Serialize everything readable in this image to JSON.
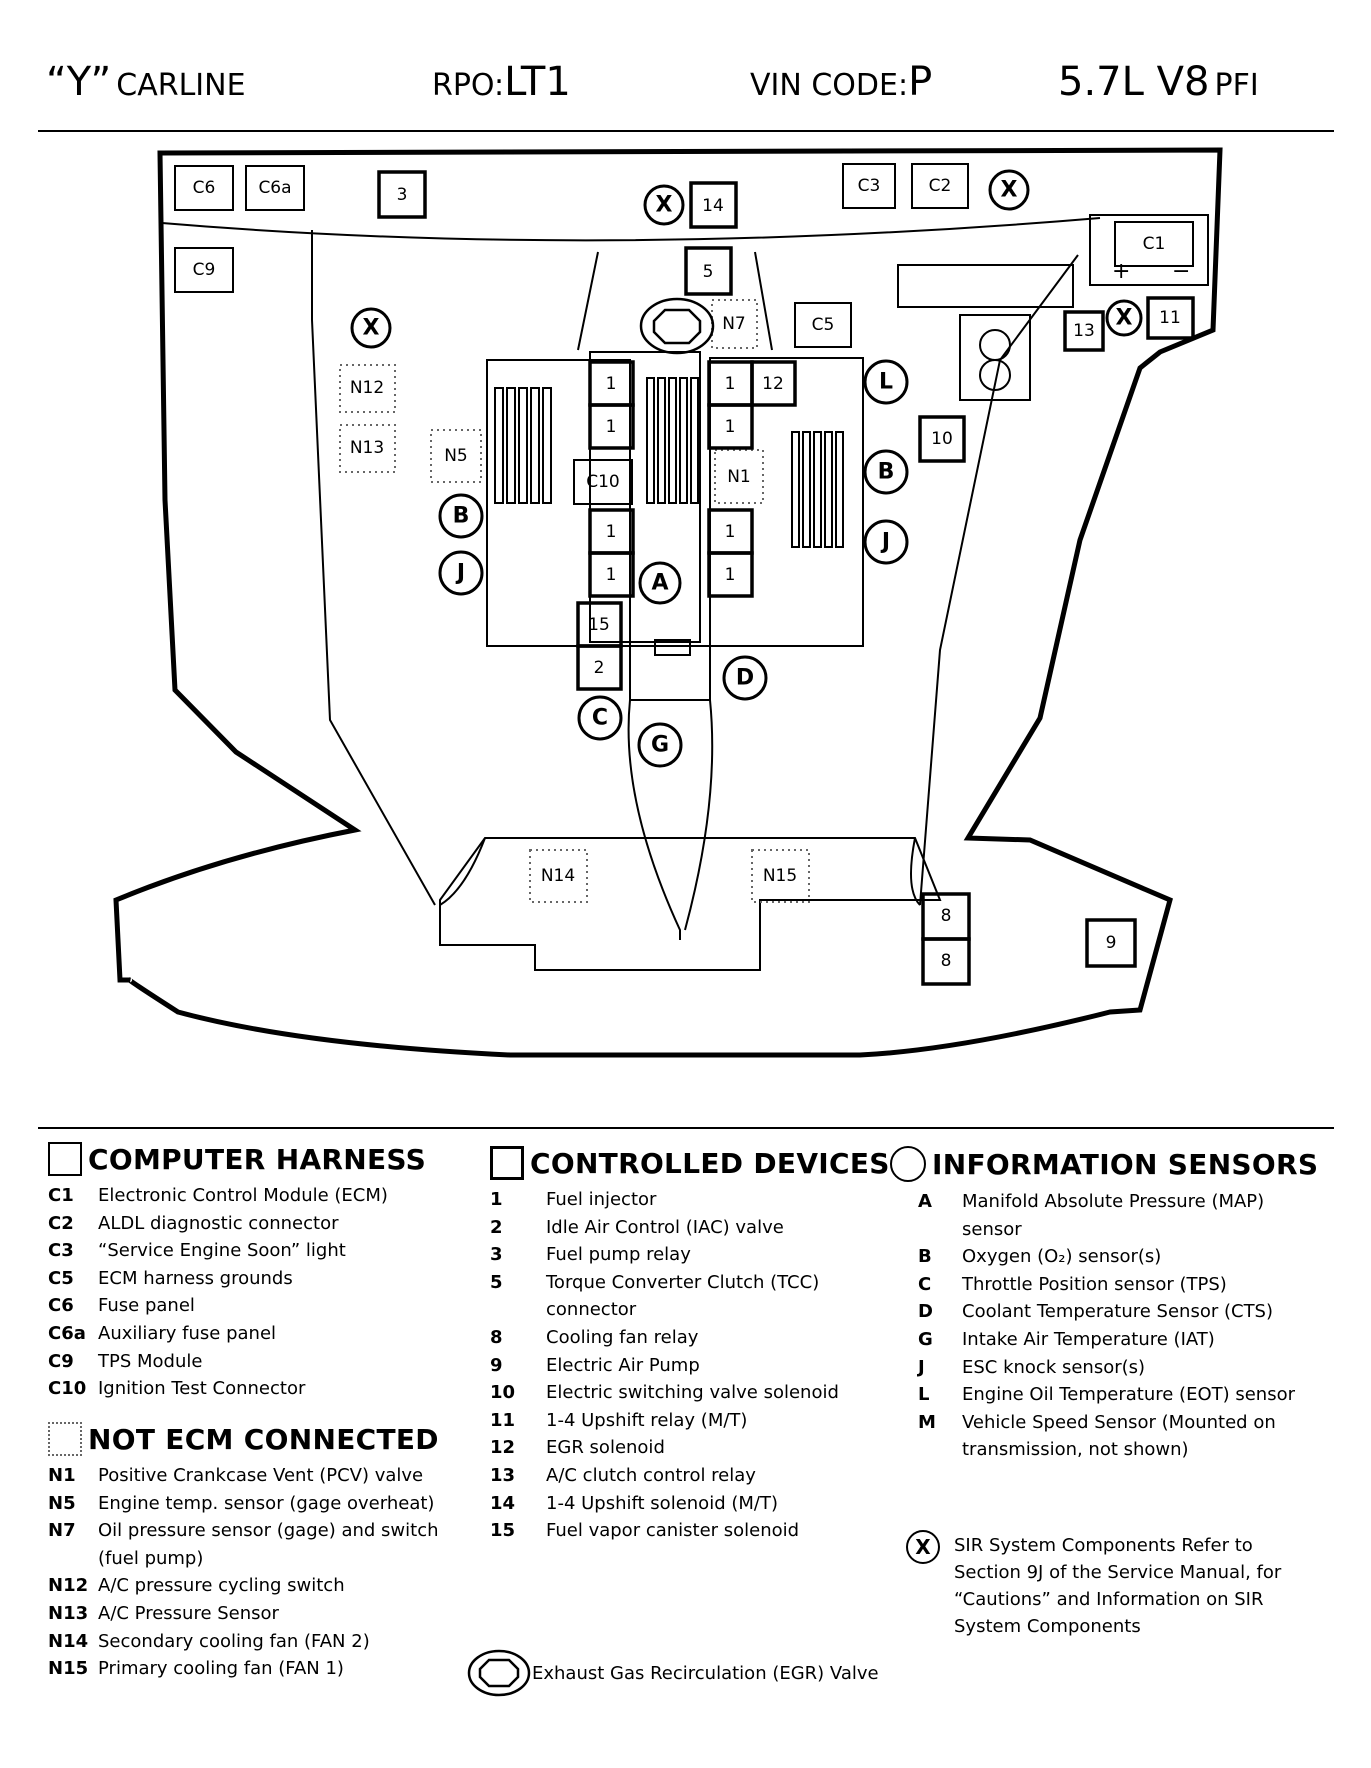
{
  "header": {
    "carline_code": "“Y”",
    "carline_label": "CARLINE",
    "rpo_label": "RPO:",
    "rpo_value": "LT1",
    "vin_label": "VIN CODE:",
    "vin_value": "P",
    "engine": "5.7L  V8",
    "fuel_system": "PFI"
  },
  "diagram": {
    "labels": {
      "c6": "C6",
      "c6a": "C6a",
      "c9": "C9",
      "c3": "C3",
      "c2": "C2",
      "c1": "C1",
      "c5": "C5",
      "c10": "C10",
      "n1": "N1",
      "n5": "N5",
      "n7": "N7",
      "n12": "N12",
      "n13": "N13",
      "n14": "N14",
      "n15": "N15",
      "d3": "3",
      "d14": "14",
      "d5": "5",
      "d12": "12",
      "d10": "10",
      "d13": "13",
      "d11": "11",
      "d15": "15",
      "d2": "2",
      "d8": "8",
      "d9": "9",
      "d1": "1",
      "sA": "A",
      "sB": "B",
      "sC": "C",
      "sD": "D",
      "sG": "G",
      "sJ": "J",
      "sL": "L",
      "sX": "X",
      "plus": "+",
      "minus": "−"
    }
  },
  "computer_harness": {
    "title": "COMPUTER HARNESS",
    "items": [
      {
        "code": "C1",
        "desc": "Electronic Control Module (ECM)"
      },
      {
        "code": "C2",
        "desc": "ALDL diagnostic connector"
      },
      {
        "code": "C3",
        "desc": "“Service Engine Soon” light"
      },
      {
        "code": "C5",
        "desc": "ECM harness grounds"
      },
      {
        "code": "C6",
        "desc": "Fuse panel"
      },
      {
        "code": "C6a",
        "desc": "Auxiliary fuse panel"
      },
      {
        "code": "C9",
        "desc": "TPS Module"
      },
      {
        "code": "C10",
        "desc": "Ignition Test Connector"
      }
    ]
  },
  "not_ecm": {
    "title": "NOT ECM CONNECTED",
    "items": [
      {
        "code": "N1",
        "desc": "Positive Crankcase Vent (PCV) valve"
      },
      {
        "code": "N5",
        "desc": "Engine temp. sensor (gage overheat)"
      },
      {
        "code": "N7",
        "desc": "Oil pressure sensor (gage) and switch (fuel pump)"
      },
      {
        "code": "N12",
        "desc": "A/C pressure cycling switch"
      },
      {
        "code": "N13",
        "desc": "A/C Pressure Sensor"
      },
      {
        "code": "N14",
        "desc": "Secondary cooling fan (FAN 2)"
      },
      {
        "code": "N15",
        "desc": "Primary cooling fan (FAN 1)"
      }
    ]
  },
  "controlled_devices": {
    "title": "CONTROLLED DEVICES",
    "items": [
      {
        "code": "1",
        "desc": "Fuel injector"
      },
      {
        "code": "2",
        "desc": "Idle Air Control (IAC) valve"
      },
      {
        "code": "3",
        "desc": "Fuel pump relay"
      },
      {
        "code": "5",
        "desc": "Torque Converter Clutch (TCC) connector"
      },
      {
        "code": "8",
        "desc": "Cooling fan relay"
      },
      {
        "code": "9",
        "desc": "Electric Air Pump"
      },
      {
        "code": "10",
        "desc": "Electric switching valve solenoid"
      },
      {
        "code": "11",
        "desc": "1-4 Upshift relay (M/T)"
      },
      {
        "code": "12",
        "desc": "EGR solenoid"
      },
      {
        "code": "13",
        "desc": "A/C clutch control relay"
      },
      {
        "code": "14",
        "desc": "1-4 Upshift solenoid (M/T)"
      },
      {
        "code": "15",
        "desc": "Fuel vapor canister solenoid"
      }
    ]
  },
  "information_sensors": {
    "title": "INFORMATION SENSORS",
    "items": [
      {
        "code": "A",
        "desc": "Manifold Absolute Pressure (MAP) sensor"
      },
      {
        "code": "B",
        "desc": "Oxygen (O₂) sensor(s)"
      },
      {
        "code": "C",
        "desc": "Throttle Position sensor (TPS)"
      },
      {
        "code": "D",
        "desc": "Coolant Temperature  Sensor (CTS)"
      },
      {
        "code": "G",
        "desc": "Intake Air Temperature (IAT)"
      },
      {
        "code": "J",
        "desc": "ESC knock sensor(s)"
      },
      {
        "code": "L",
        "desc": "Engine Oil Temperature (EOT) sensor"
      },
      {
        "code": "M",
        "desc": "Vehicle Speed Sensor (Mounted on transmission, not shown)"
      }
    ]
  },
  "sir_note": {
    "symbol": "X",
    "text": "SIR System Components Refer to Section 9J of the Service Manual, for “Cautions” and Information on SIR System Components"
  },
  "egr_note": {
    "text": "Exhaust Gas Recirculation (EGR) Valve"
  }
}
